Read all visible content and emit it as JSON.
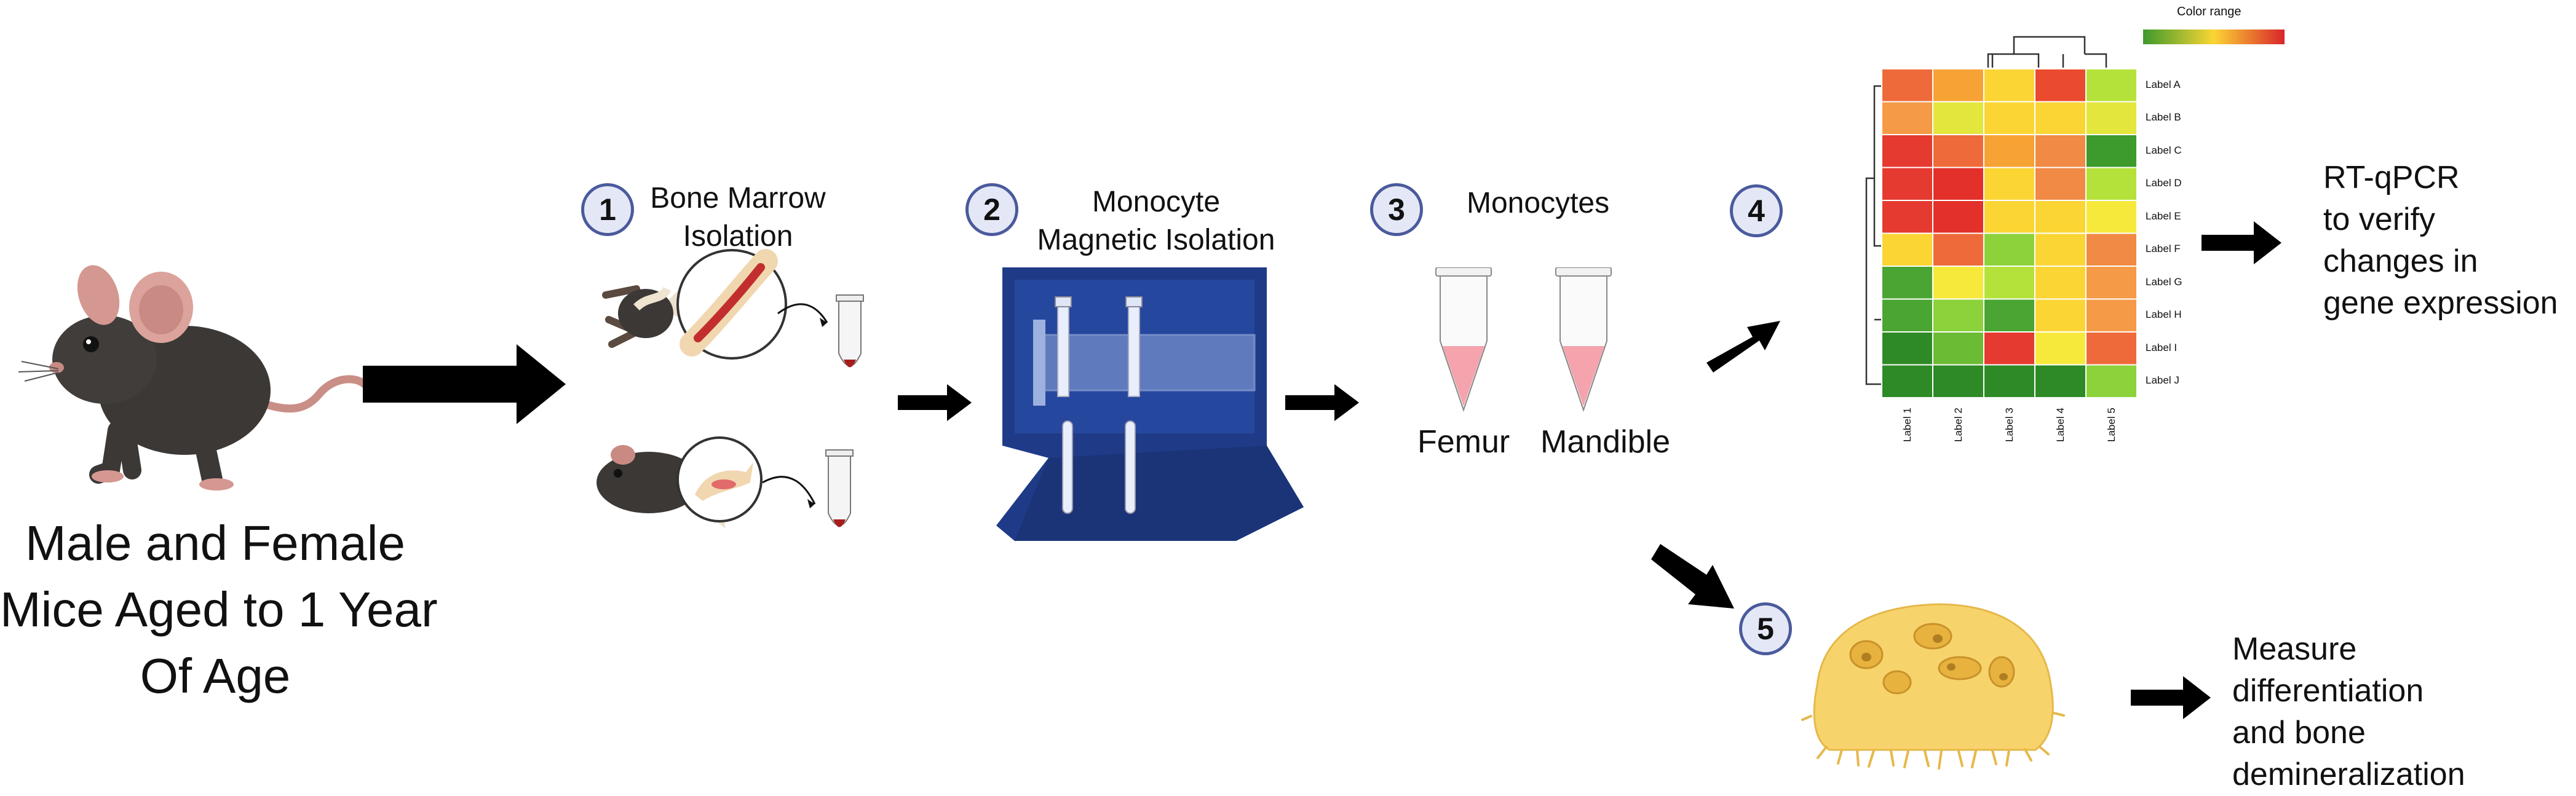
{
  "subjects": {
    "caption_lines": [
      "Male and Female",
      "Mice Aged to 1 Year",
      "Of Age"
    ]
  },
  "steps": [
    {
      "number": "1",
      "title_lines": [
        "Bone Marrow",
        "Isolation"
      ]
    },
    {
      "number": "2",
      "title_lines": [
        "Monocyte",
        "Magnetic Isolation"
      ]
    },
    {
      "number": "3",
      "title_lines": [
        "Monocytes"
      ],
      "tube_labels": [
        "Femur",
        "Mandible"
      ]
    },
    {
      "number": "4"
    },
    {
      "number": "5"
    }
  ],
  "heatmap": {
    "legend_title": "Color range",
    "row_labels": [
      "Label A",
      "Label B",
      "Label C",
      "Label D",
      "Label E",
      "Label F",
      "Label G",
      "Label H",
      "Label I",
      "Label J"
    ],
    "col_labels": [
      "Label 1",
      "Label 2",
      "Label 3",
      "Label 4",
      "Label 5"
    ],
    "cell_colors": [
      [
        "#ef6a3a",
        "#f7a235",
        "#fbd534",
        "#ea4a2e",
        "#b5e23a"
      ],
      [
        "#f59a47",
        "#e3e63c",
        "#fbd534",
        "#fbd534",
        "#e3e63c"
      ],
      [
        "#e53a30",
        "#ef6a3a",
        "#f7a235",
        "#f08a45",
        "#3d9a2c"
      ],
      [
        "#e53a30",
        "#e3302a",
        "#fbd534",
        "#f08a45",
        "#b5e23a"
      ],
      [
        "#e53a30",
        "#e3302a",
        "#fbd534",
        "#fbd534",
        "#f7e93c"
      ],
      [
        "#fbd534",
        "#ef6a3a",
        "#8cd23a",
        "#fbd534",
        "#f08a45"
      ],
      [
        "#4aa532",
        "#f7e93c",
        "#b5e23a",
        "#fbd534",
        "#f59a47"
      ],
      [
        "#4aa532",
        "#8cd23a",
        "#4aa532",
        "#fbd534",
        "#f59a47"
      ],
      [
        "#2e8a26",
        "#6cbb34",
        "#e53a30",
        "#f7e93c",
        "#ef6a3a"
      ],
      [
        "#2e8a26",
        "#2e8a26",
        "#2e8a26",
        "#2e8a26",
        "#8cd23a"
      ]
    ]
  },
  "outcomes": {
    "rtqpcr_lines": [
      "RT-qPCR",
      "to verify",
      "changes in",
      "gene expression"
    ],
    "measure_lines": [
      "Measure",
      "differentiation",
      "and bone",
      "demineralization"
    ]
  },
  "colors": {
    "badge_fill": "#e4e8f6",
    "badge_stroke": "#4a5a9c",
    "arrow": "#000000",
    "magnet_stand": "#1f3b88",
    "osteoclast": "#f7d36b"
  }
}
